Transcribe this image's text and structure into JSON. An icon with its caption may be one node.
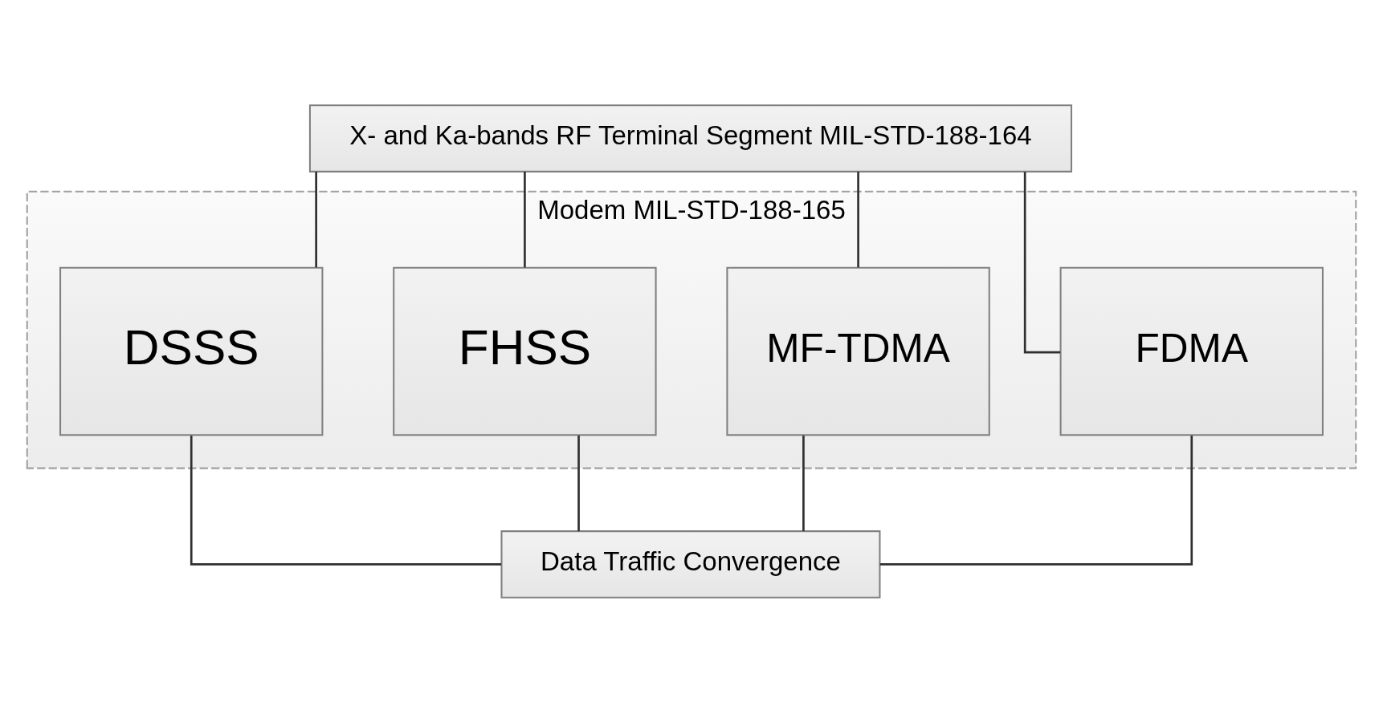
{
  "diagram": {
    "nodes": [
      {
        "text": [
          "X- and Ka-bands RF Terminal Segment MIL-STD-188-164"
        ]
      },
      {
        "text": [
          "Modem MIL-STD-188-165"
        ]
      },
      {
        "text": [
          "FDMA"
        ],
        "in": 1
      },
      {
        "text": [
          "MF-TDMA"
        ],
        "in": 1
      },
      {
        "text": [
          "FHSS"
        ],
        "in": 1
      },
      {
        "text": [
          "DSSS"
        ],
        "in": 1
      },
      {
        "text": [
          "Data Traffic Convergence"
        ]
      }
    ],
    "edges": [
      {
        "from": 0,
        "to": 2,
        "arrow": "none"
      },
      {
        "from": 0,
        "to": 3,
        "arrow": "none"
      },
      {
        "from": 0,
        "to": 4,
        "arrow": "none"
      },
      {
        "from": 0,
        "to": 5,
        "arrow": "none"
      },
      {
        "from": 2,
        "to": 6,
        "arrow": "none"
      },
      {
        "from": 3,
        "to": 6,
        "arrow": "none"
      },
      {
        "from": 4,
        "to": 6,
        "arrow": "none"
      },
      {
        "from": 5,
        "to": 6,
        "arrow": "none"
      }
    ]
  }
}
